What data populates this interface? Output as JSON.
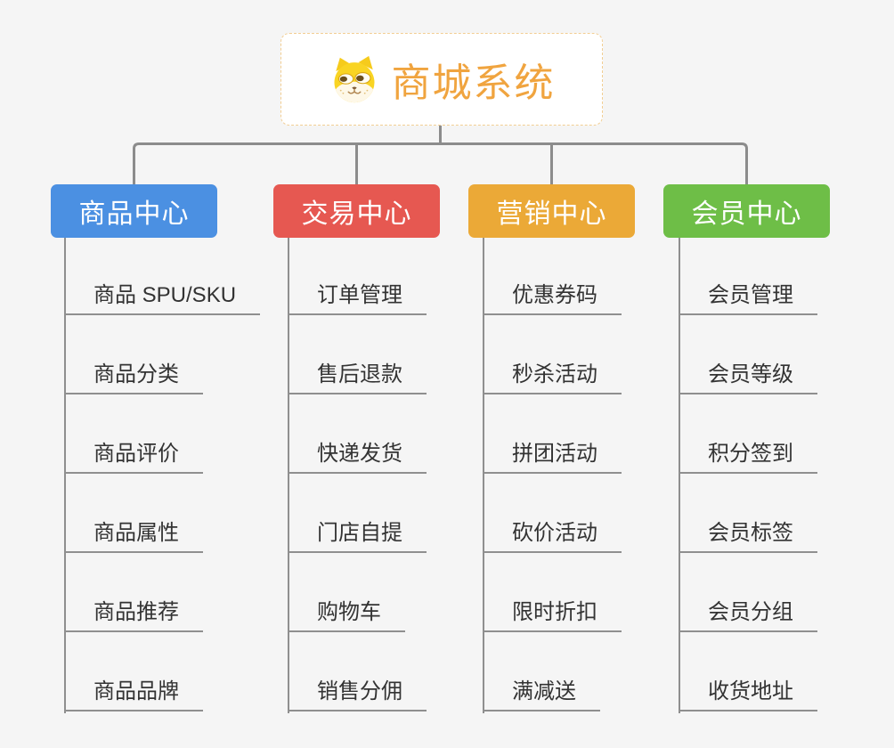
{
  "root": {
    "title": "商城系统",
    "icon": "dog-face-icon",
    "text_color": "#F0A43F",
    "border_color": "#F2CE93",
    "background": "#FFFFFF"
  },
  "branches": [
    {
      "label": "商品中心",
      "color": "#4B90E2",
      "items": [
        "商品 SPU/SKU",
        "商品分类",
        "商品评价",
        "商品属性",
        "商品推荐",
        "商品品牌"
      ]
    },
    {
      "label": "交易中心",
      "color": "#E65851",
      "items": [
        "订单管理",
        "售后退款",
        "快递发货",
        "门店自提",
        "购物车",
        "销售分佣"
      ]
    },
    {
      "label": "营销中心",
      "color": "#EBA937",
      "items": [
        "优惠券码",
        "秒杀活动",
        "拼团活动",
        "砍价活动",
        "限时折扣",
        "满减送"
      ]
    },
    {
      "label": "会员中心",
      "color": "#6EBE47",
      "items": [
        "会员管理",
        "会员等级",
        "积分签到",
        "会员标签",
        "会员分组",
        "收货地址"
      ]
    }
  ],
  "canvas": {
    "background": "#F5F5F5",
    "connector_color": "#8C8C8C",
    "leaf_text_color": "#333333"
  }
}
